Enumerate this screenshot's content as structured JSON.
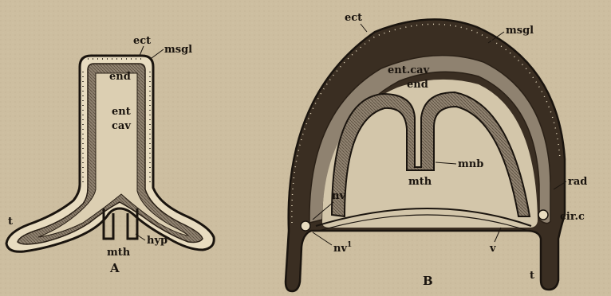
{
  "figure_a": {
    "caption": "A",
    "labels": {
      "ect": "ect",
      "msgl": "msgl",
      "end": "end",
      "ent_cav_1": "ent",
      "ent_cav_2": "cav",
      "t": "t",
      "mth": "mth",
      "hyp": "hyp"
    }
  },
  "figure_b": {
    "caption": "B",
    "labels": {
      "ect": "ect",
      "msgl": "msgl",
      "ent_cav": "ent.cav",
      "end": "end",
      "mnb": "mnb",
      "mth": "mth",
      "rad": "rad",
      "nv": "nv",
      "nv1_base": "nv",
      "nv1_sup": "1",
      "cir": "cir.c",
      "v": "v",
      "t": "t"
    }
  },
  "colors": {
    "background": "#cdbea0",
    "ink": "#1a140e",
    "mesoglea_dark": "#3a2e22",
    "endoderm": "#8f8270",
    "cavity": "#d3c6aa"
  }
}
